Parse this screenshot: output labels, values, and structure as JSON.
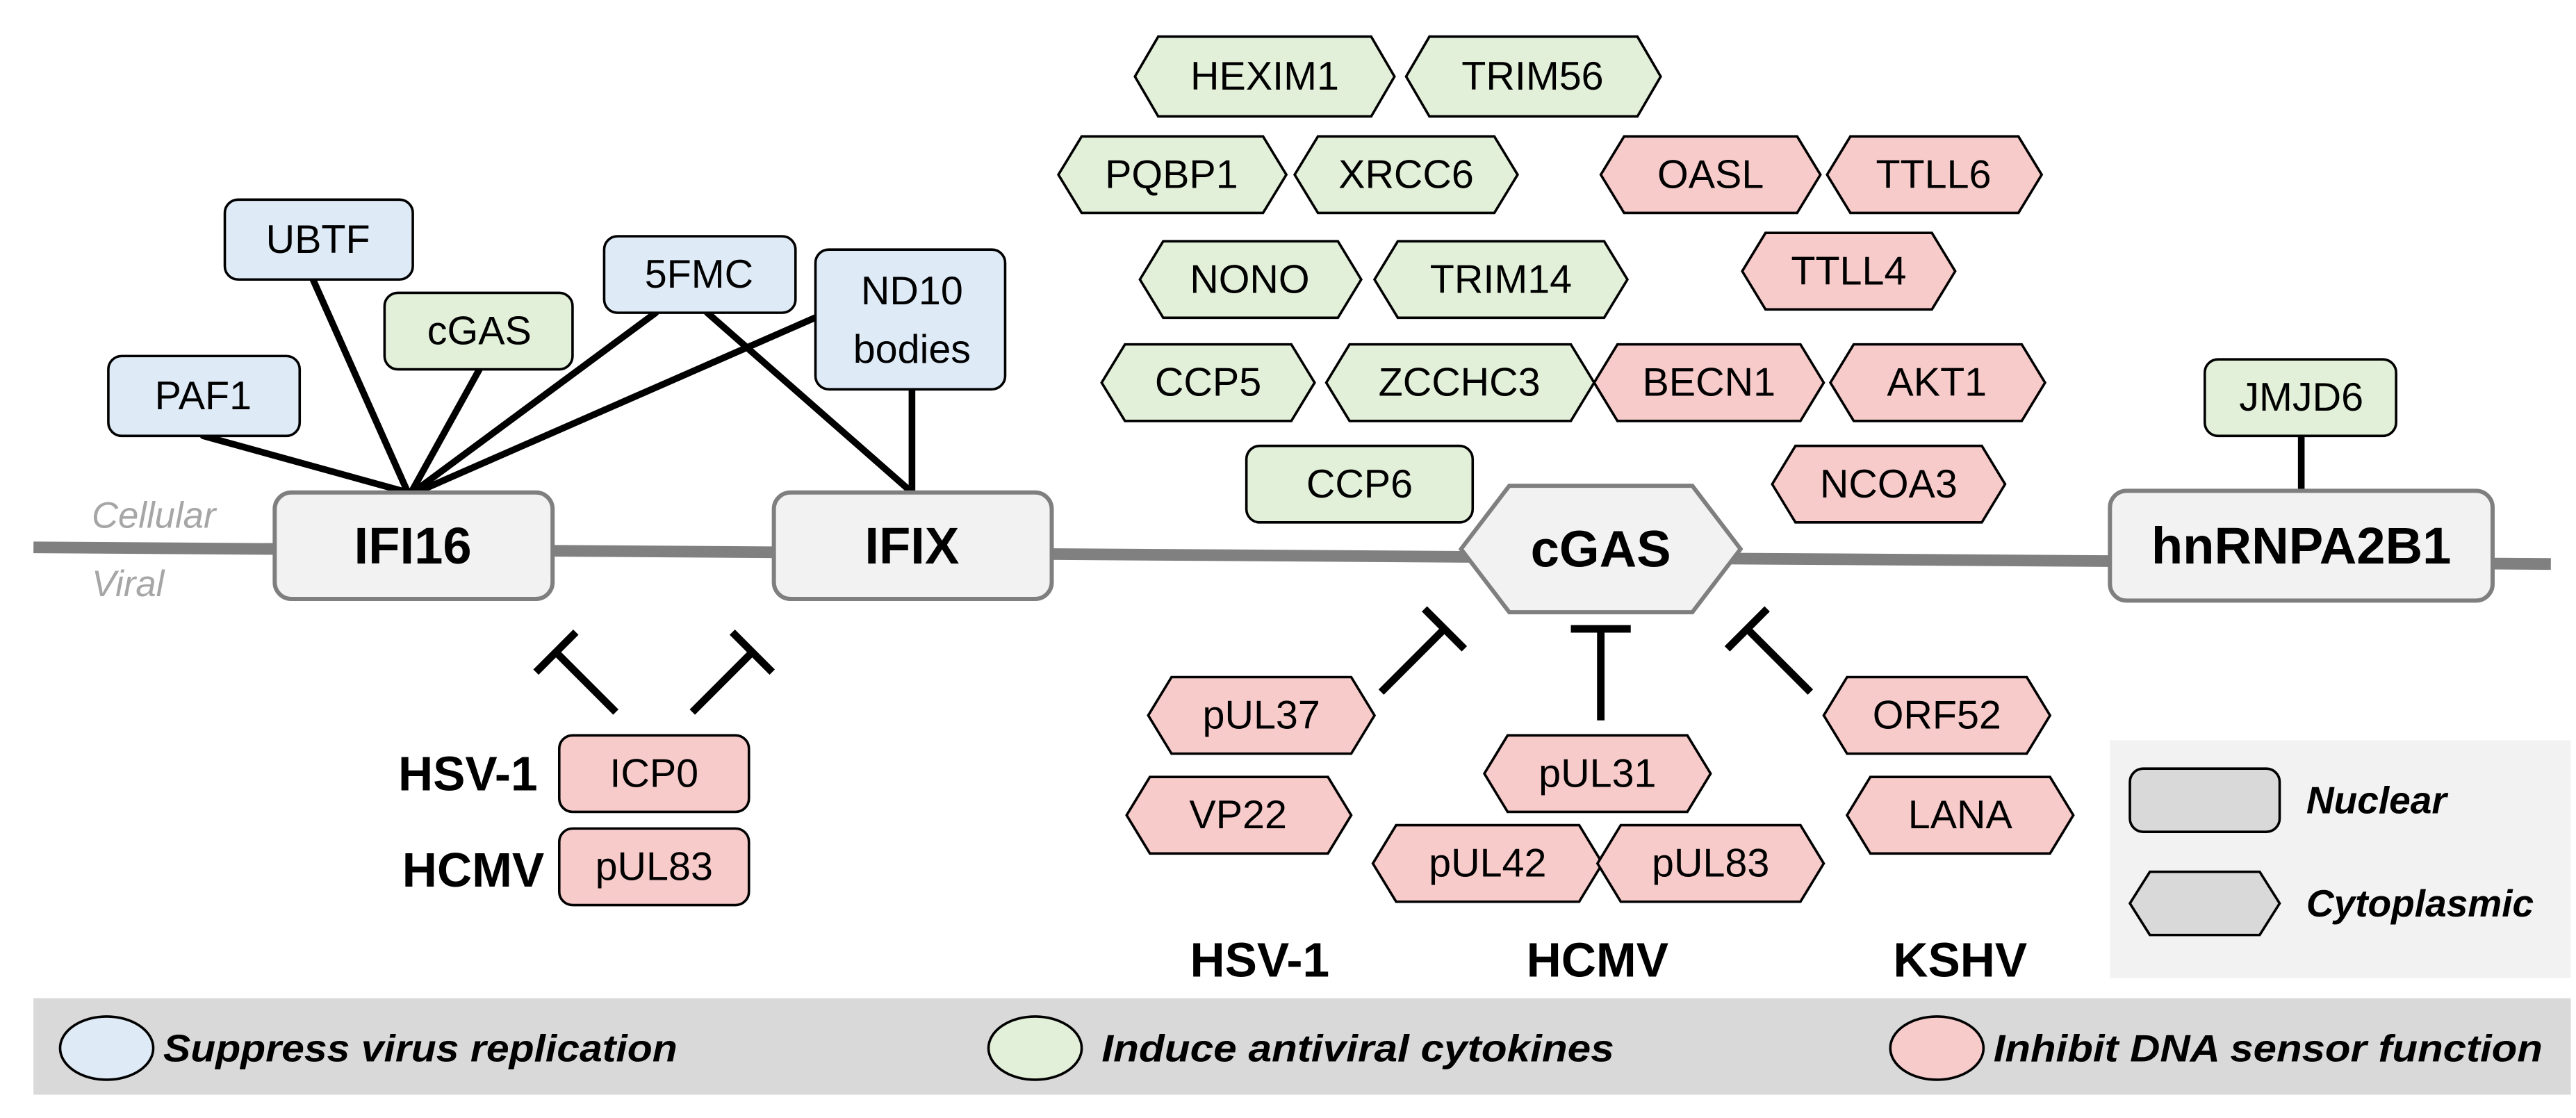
{
  "colors": {
    "suppress_replication": "#deebf7",
    "induce_cytokines": "#e2f0d9",
    "inhibit_sensor": "#f8cbcb",
    "sensor_fill": "#f2f2f2",
    "sensor_stroke": "#7f7f7f",
    "membrane": "#808080",
    "legend_panel": "#f2f2f2",
    "legend_bar": "#d9d9d9",
    "legend_icon": "#d9d9d9"
  },
  "membrane": {
    "cellular_label": "Cellular",
    "viral_label": "Viral"
  },
  "sensors": {
    "ifi16": "IFI16",
    "ifix": "IFIX",
    "cgas": "cGAS",
    "hnrnpa2b1": "hnRNPA2B1"
  },
  "ifi16_ifix_partners": {
    "paf1": "PAF1",
    "ubtf": "UBTF",
    "cgas": "cGAS",
    "fmc5": "5FMC",
    "nd10_line1": "ND10",
    "nd10_line2": "bodies"
  },
  "hnrnpa2b1_partners": {
    "jmjd6": "JMJD6"
  },
  "cgas_partners": {
    "induce_cytokines": [
      "HEXIM1",
      "TRIM56",
      "PQBP1",
      "XRCC6",
      "NONO",
      "TRIM14",
      "CCP5",
      "ZCCHC3",
      "CCP6"
    ],
    "inhibit_sensor": [
      "OASL",
      "TTLL6",
      "TTLL4",
      "BECN1",
      "AKT1",
      "NCOA3"
    ]
  },
  "ifi16_ifix_viral_inhibitors": [
    {
      "virus": "HSV-1",
      "protein": "ICP0"
    },
    {
      "virus": "HCMV",
      "protein": "pUL83"
    }
  ],
  "cgas_viral_inhibitors": [
    {
      "virus": "HSV-1",
      "proteins": [
        "pUL37",
        "VP22"
      ]
    },
    {
      "virus": "HCMV",
      "proteins": [
        "pUL31",
        "pUL42",
        "pUL83"
      ]
    },
    {
      "virus": "KSHV",
      "proteins": [
        "ORF52",
        "LANA"
      ]
    }
  ],
  "legend": {
    "localization": [
      "Nuclear",
      "Cytoplasmic"
    ],
    "function": [
      "Suppress virus replication",
      "Induce antiviral cytokines",
      "Inhibit DNA sensor function"
    ]
  }
}
